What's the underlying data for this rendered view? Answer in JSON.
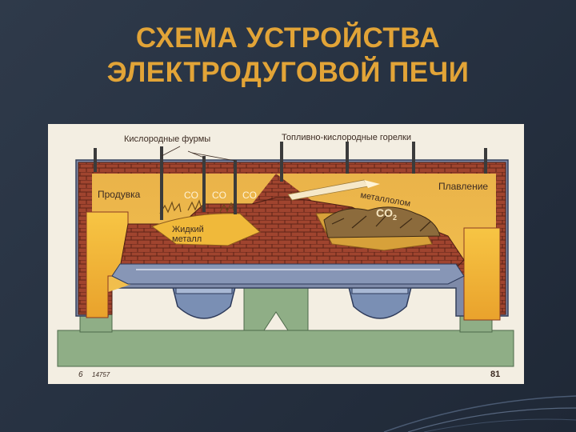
{
  "slide": {
    "title_line1": "СХЕМА УСТРОЙСТВА",
    "title_line2": "ЭЛЕКТРОДУГОВОЙ ПЕЧИ"
  },
  "figure": {
    "labels": {
      "oxygen_lances": "Кислородные фурмы",
      "fuel_burners": "Топливно-кислородные горелки",
      "blowing": "Продувка",
      "co_1": "CO",
      "co_2": "CO",
      "co_3": "CO",
      "liquid_metal_1": "Жидкий",
      "liquid_metal_2": "металл",
      "scrap": "металлолом",
      "co2": "CO",
      "co2_sub": "2",
      "melting": "Плавление",
      "page_left": "6",
      "page_code": "14757",
      "page_right": "81"
    }
  },
  "colors": {
    "title": "#e2a437",
    "background": "#2a3545",
    "brick": "#9c3f2c",
    "molten": "#efb936",
    "slag_blue": "#8796b6",
    "foundation": "#8fae86"
  }
}
